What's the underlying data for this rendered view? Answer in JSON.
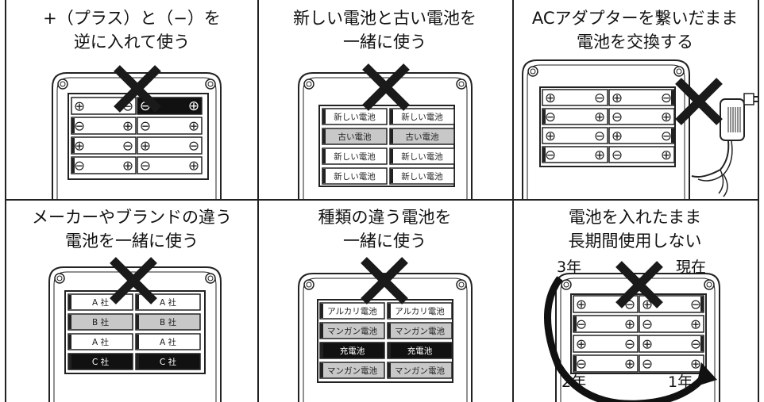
{
  "panels": [
    {
      "id": "reversed",
      "title": [
        "+（プラス）と（−）を",
        "逆に入れて使う"
      ]
    },
    {
      "id": "mixed-age",
      "title": [
        "新しい電池と古い電池を",
        "一緒に使う"
      ]
    },
    {
      "id": "ac-adapter",
      "title": [
        "ACアダプターを繋いだまま",
        "電池を交換する"
      ]
    },
    {
      "id": "mixed-brand",
      "title": [
        "メーカーやブランドの違う",
        "電池を一緒に使う"
      ]
    },
    {
      "id": "mixed-type",
      "title": [
        "種類の違う電池を",
        "一緒に使う"
      ]
    },
    {
      "id": "long-term",
      "title": [
        "電池を入れたまま",
        "長期間使用しない"
      ]
    }
  ],
  "labels": {
    "new_battery": "新しい電池",
    "old_battery": "古い電池",
    "brand_a": "A 社",
    "brand_b": "B 社",
    "brand_c": "C 社",
    "alkaline": "アルカリ電池",
    "manganese": "マンガン電池",
    "rechargeable": "充電池",
    "plus": "⊕",
    "minus": "⊖"
  },
  "timeline": {
    "top_left": "3年",
    "top_right": "現在",
    "bottom_left": "2年",
    "bottom_right": "1年"
  },
  "colors": {
    "line": "#222222",
    "gray_fill": "#c8c8c8",
    "dark_fill": "#111111",
    "white": "#ffffff"
  }
}
